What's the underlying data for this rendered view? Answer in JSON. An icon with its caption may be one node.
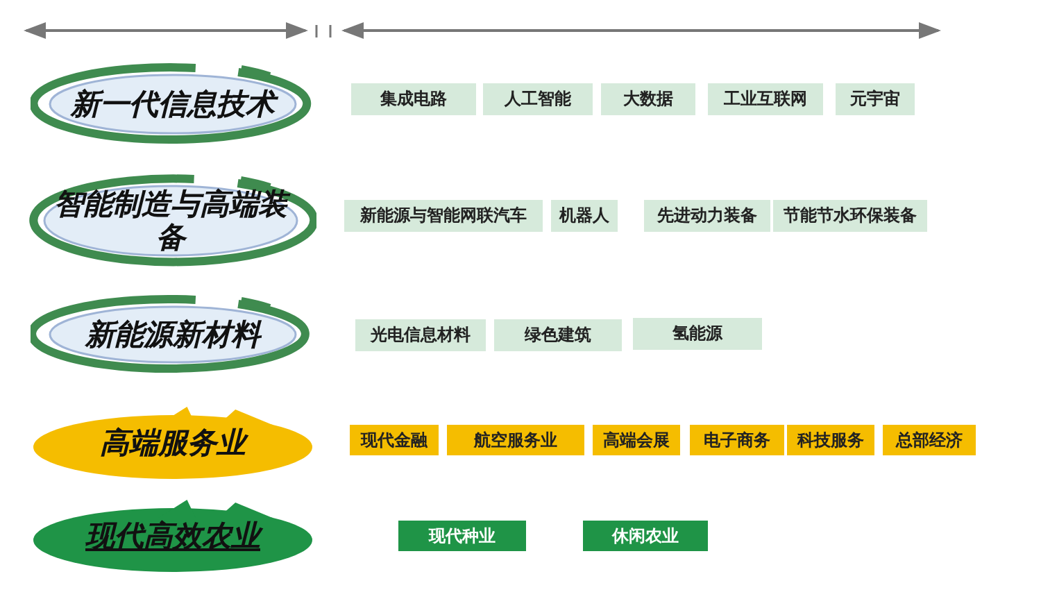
{
  "diagram": {
    "nodes": [
      {
        "text": [
          "新一代信息技术"
        ]
      },
      {
        "text": [
          "集成电路"
        ]
      },
      {
        "text": [
          "人工智能"
        ]
      },
      {
        "text": [
          "大数据"
        ]
      },
      {
        "text": [
          "工业互联网"
        ]
      },
      {
        "text": [
          "元宇宙"
        ]
      },
      {
        "text": [
          "智能制造与高端装备"
        ]
      },
      {
        "text": [
          "新能源与智能网联汽车"
        ]
      },
      {
        "text": [
          "机器人"
        ]
      },
      {
        "text": [
          "先进动力装备"
        ]
      },
      {
        "text": [
          "节能节水环保装备"
        ]
      },
      {
        "text": [
          "新能源新材料"
        ]
      },
      {
        "text": [
          "光电信息材料"
        ]
      },
      {
        "text": [
          "绿色建筑"
        ]
      },
      {
        "text": [
          "氢能源"
        ]
      },
      {
        "text": [
          "高端服务业"
        ]
      },
      {
        "text": [
          "现代金融"
        ]
      },
      {
        "text": [
          "航空服务业"
        ]
      },
      {
        "text": [
          "高端会展"
        ]
      },
      {
        "text": [
          "电子商务"
        ]
      },
      {
        "text": [
          "科技服务"
        ]
      },
      {
        "text": [
          "总部经济"
        ]
      },
      {
        "text": [
          "现代高效农业"
        ]
      },
      {
        "text": [
          "现代种业"
        ]
      },
      {
        "text": [
          "休闲农业"
        ]
      }
    ]
  }
}
